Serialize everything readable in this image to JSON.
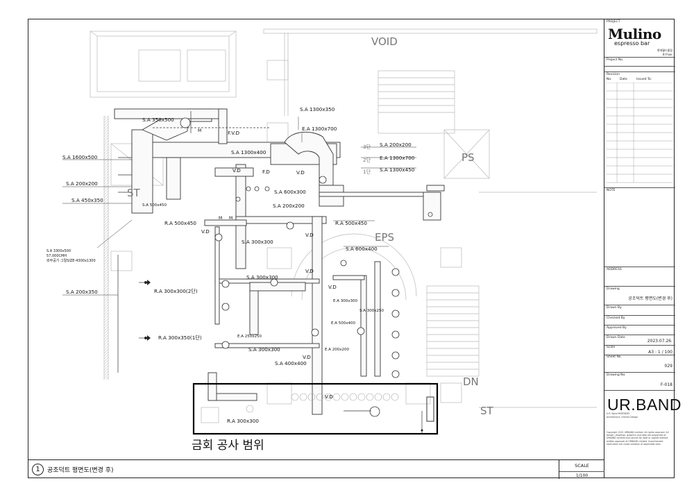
{
  "drawing_labels": {
    "void": "VOID",
    "ps": "PS",
    "eps": "EPS",
    "st_left": "ST",
    "st_right": "ST",
    "dn": "DN",
    "scope": "금회 공사 범위",
    "sa_1300x350": "S.A 1300x350",
    "sa_350x500": "S.A 350x500",
    "fvd": "F.V.D",
    "ea_1300x700_top": "E.A 1300x700",
    "sa_1600x500": "S.A 1600x500",
    "sa_1300x400": "S.A 1300x400",
    "floor3": "3단",
    "floor2": "2단",
    "floor1": "1단",
    "sa_200x200_r": "S.A 200x200",
    "ea_1300x700_r": "E.A 1300x700",
    "sa_1300x450": "S.A 1300x450",
    "sa_200x200_l": "S.A 200x200",
    "sa_450x350": "S.A 450x350",
    "sa_600x300": "S.A 600x300",
    "sa_200x200_mid": "S.A 200x200",
    "ra_500x450_l": "R.A 500x450",
    "ra_500x450_r": "R.A 500x450",
    "sa_300x300_a": "S.A 300x300",
    "sa_600x400": "S.A 600x400",
    "equip_1": "S.A 3300x500",
    "equip_2": "57,000CMH",
    "equip_3": "외부공기 그릴SIZE-4300x1300",
    "sa_200x350": "S.A 200x350",
    "ra_300x300_2": "R.A 300x300(2단)",
    "sa_300x300_b": "S.A 300x300",
    "ra_300x350_1": "R.A 300x350(1단)",
    "sa_300x300_c": "S.A 300x300",
    "sa_400x400": "S.A 400x400",
    "ra_300x300": "R.A 300x300",
    "vd": "V.D",
    "fd": "F.D",
    "ea_250x250": "E.A 250x250",
    "ea_200x200": "E.A 200x200",
    "ea_500x400": "E.A 500x400",
    "ea_300x300": "E.A 300x300",
    "sa_300x250": "S.A 300x250",
    "sa_500x450": "S.A 500x450",
    "m": "M"
  },
  "title_block": {
    "project_label": "PROJECT",
    "logo": "Mulino",
    "logo_sub": "espresso bar",
    "logo_note_1": "롯데월드몰점",
    "logo_note_2": "B Floor",
    "project_no_label": "Project No.",
    "revision_label": "Revision",
    "col_no": "No.",
    "col_date": "Date",
    "col_issued": "Issued To:",
    "note_label": "NOTE",
    "address_label": "ADDRESS",
    "drawing_label": "Drawing",
    "drawing_value": "공조덕트 평면도(변경 후)",
    "drawn_by_label": "Drawn By",
    "checked_by_label": "Checked By",
    "approved_by_label": "Approved By",
    "drawn_date_label": "Drawn Date",
    "drawn_date_value": "2023.07.26.",
    "scale_label": "Scale",
    "scale_value": "A3 : 1 / 100",
    "sheet_no_label": "Sheet No.",
    "sheet_no_value": "029",
    "drawing_no_label": "Drawing No.",
    "drawing_no_value": "F-018",
    "company": "UR.BAND",
    "company_sub_1": "U.R. Band PARTNERS",
    "company_sub_2": "Architecture, Interior Design",
    "copyright": "Copyright 2021 URBAND Limited. All rights reserved. All design, drawings, graphics and data are properties of URBAND Limited and cannot be used or copied without written approval of URBAND Limited. Unauthorized replication are cause violation of applicable laws."
  },
  "footer": {
    "number": "1",
    "title": "공조덕트 평면도(변경 후)",
    "scale_label": "SCALE",
    "scale_value": "1/100"
  }
}
